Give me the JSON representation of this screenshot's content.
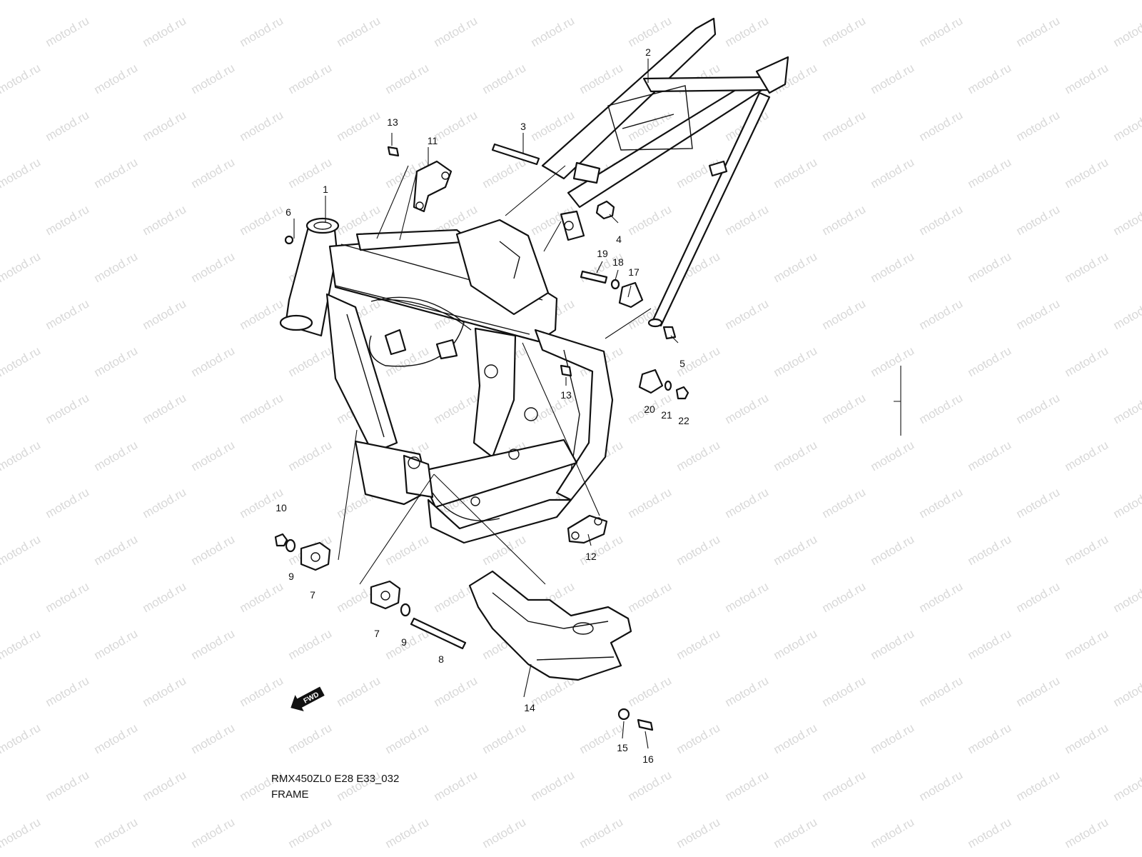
{
  "watermark": "motod.ru",
  "drawing": {
    "model_code": "RMX450ZL0 E28 E33_032",
    "title": "FRAME",
    "fwd_arrow_label": "FWD",
    "callouts": [
      "1",
      "2",
      "3",
      "4",
      "5",
      "6",
      "7",
      "7",
      "8",
      "9",
      "9",
      "10",
      "11",
      "12",
      "13",
      "13",
      "14",
      "15",
      "16",
      "17",
      "18",
      "19",
      "20",
      "21",
      "22"
    ]
  },
  "colors": {
    "ink": "#111111",
    "watermark": "#d8d8d8",
    "background": "#ffffff"
  }
}
